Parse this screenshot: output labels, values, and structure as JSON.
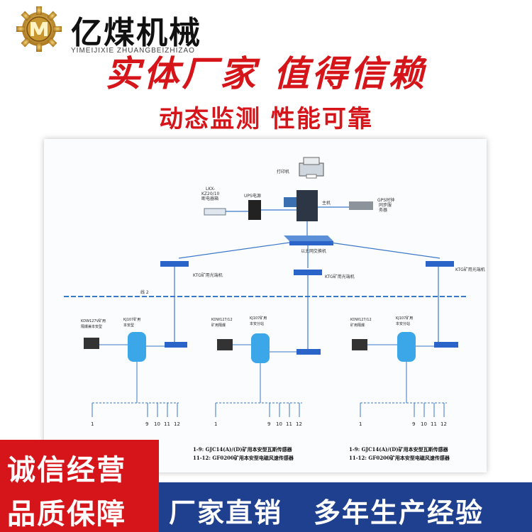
{
  "brand": {
    "name": "亿煤机械",
    "sub": "YIMEIJIXIE ZHUANGBEIZHIZAO"
  },
  "headline": "实体厂家   值得信赖",
  "subline": "动态监测 性能可靠",
  "diagram": {
    "printer": "打印机",
    "host": "主机",
    "ups": "UPS电源",
    "left_dev": "LKX-\nKZ20/10\n断电器箱",
    "right_dev": "GPS时钟\n同步服\n务器",
    "switch": "以太网交换机",
    "ring_line": "线 2",
    "legend_lines": [
      "1-9: GJC14(A)/(D)矿用本安型瓦斯传感器",
      "11-12: GF0200矿用本安型电磁风速传感器"
    ],
    "numbers": [
      "1",
      "9",
      "10",
      "11",
      "12"
    ]
  },
  "badges": {
    "red_line1": "诚信经营",
    "red_line2": "品质保障",
    "blue_left": "厂家直销",
    "blue_right": "多年生产经验"
  },
  "colors": {
    "accent_red": "#d5151a",
    "bar_blue": "#1f3f8f",
    "device_blue": "#2a64c8",
    "sensor_cyan": "#3ba7e8",
    "line_blue": "#3b78c8"
  }
}
